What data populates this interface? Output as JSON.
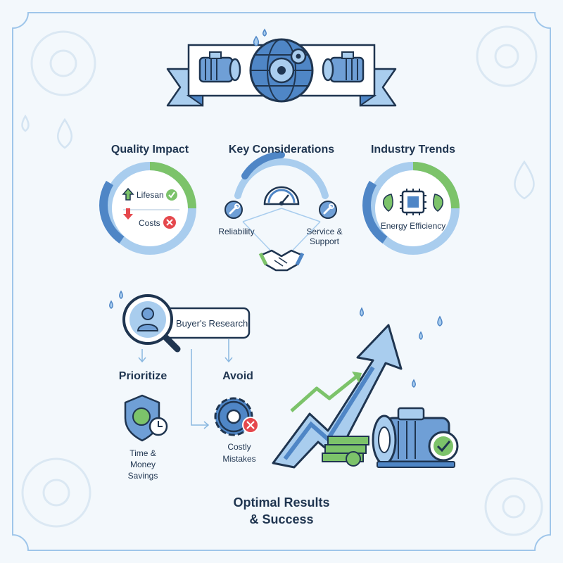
{
  "quality_impact": {
    "title": "Quality Impact",
    "lifespan_label": "Lifesan",
    "costs_label": "Costs"
  },
  "key_considerations": {
    "title": "Key Considerations",
    "left_label": "Reliability",
    "right_label_line1": "Service &",
    "right_label_line2": "Support"
  },
  "industry_trends": {
    "title": "Industry Trends",
    "label": "Energy Efficiency"
  },
  "research": {
    "label": "Buyer's Research"
  },
  "prioritize": {
    "title": "Prioritize",
    "line1": "Time &",
    "line2": "Money",
    "line3": "Savings"
  },
  "avoid": {
    "title": "Avoid",
    "line1": "Costly",
    "line2": "Mistakes"
  },
  "result": {
    "line1": "Optimal Results",
    "line2": "& Success"
  },
  "colors": {
    "navy": "#1f3550",
    "blue": "#4f86c6",
    "light_blue": "#a9cdee",
    "green": "#7cc36a",
    "red": "#e5484d"
  }
}
